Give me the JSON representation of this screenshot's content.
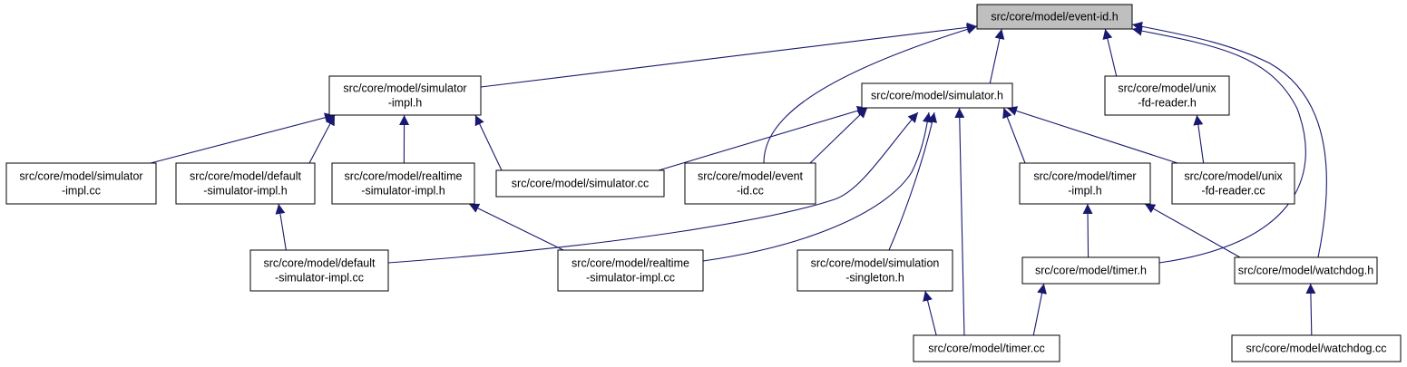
{
  "graph": {
    "colors": {
      "edge": "#191970",
      "root_fill": "#bfbfbf",
      "node_fill": "#ffffff",
      "border": "#000000"
    },
    "nodes": [
      {
        "id": "event-id-h",
        "lines": [
          "src/core/model/event-id.h"
        ],
        "root": true
      },
      {
        "id": "simulator-impl-h",
        "lines": [
          "src/core/model/simulator",
          "-impl.h"
        ]
      },
      {
        "id": "simulator-h",
        "lines": [
          "src/core/model/simulator.h"
        ]
      },
      {
        "id": "unix-fd-reader-h",
        "lines": [
          "src/core/model/unix",
          "-fd-reader.h"
        ]
      },
      {
        "id": "simulator-impl-cc",
        "lines": [
          "src/core/model/simulator",
          "-impl.cc"
        ]
      },
      {
        "id": "default-sim-impl-h",
        "lines": [
          "src/core/model/default",
          "-simulator-impl.h"
        ]
      },
      {
        "id": "realtime-sim-impl-h",
        "lines": [
          "src/core/model/realtime",
          "-simulator-impl.h"
        ]
      },
      {
        "id": "simulator-cc",
        "lines": [
          "src/core/model/simulator.cc"
        ]
      },
      {
        "id": "event-id-cc",
        "lines": [
          "src/core/model/event",
          "-id.cc"
        ]
      },
      {
        "id": "timer-impl-h",
        "lines": [
          "src/core/model/timer",
          "-impl.h"
        ]
      },
      {
        "id": "unix-fd-reader-cc",
        "lines": [
          "src/core/model/unix",
          "-fd-reader.cc"
        ]
      },
      {
        "id": "default-sim-impl-cc",
        "lines": [
          "src/core/model/default",
          "-simulator-impl.cc"
        ]
      },
      {
        "id": "realtime-sim-impl-cc",
        "lines": [
          "src/core/model/realtime",
          "-simulator-impl.cc"
        ]
      },
      {
        "id": "sim-singleton-h",
        "lines": [
          "src/core/model/simulation",
          "-singleton.h"
        ]
      },
      {
        "id": "timer-h",
        "lines": [
          "src/core/model/timer.h"
        ]
      },
      {
        "id": "watchdog-h",
        "lines": [
          "src/core/model/watchdog.h"
        ]
      },
      {
        "id": "timer-cc",
        "lines": [
          "src/core/model/timer.cc"
        ]
      },
      {
        "id": "watchdog-cc",
        "lines": [
          "src/core/model/watchdog.cc"
        ]
      }
    ],
    "edges": [
      {
        "from": "simulator-impl-h",
        "to": "event-id-h"
      },
      {
        "from": "simulator-h",
        "to": "event-id-h"
      },
      {
        "from": "unix-fd-reader-h",
        "to": "event-id-h"
      },
      {
        "from": "event-id-cc",
        "to": "event-id-h"
      },
      {
        "from": "timer-h",
        "to": "event-id-h"
      },
      {
        "from": "watchdog-h",
        "to": "event-id-h"
      },
      {
        "from": "simulator-impl-cc",
        "to": "simulator-impl-h"
      },
      {
        "from": "default-sim-impl-h",
        "to": "simulator-impl-h"
      },
      {
        "from": "realtime-sim-impl-h",
        "to": "simulator-impl-h"
      },
      {
        "from": "simulator-cc",
        "to": "simulator-impl-h"
      },
      {
        "from": "simulator-cc",
        "to": "simulator-h"
      },
      {
        "from": "event-id-cc",
        "to": "simulator-h"
      },
      {
        "from": "timer-impl-h",
        "to": "simulator-h"
      },
      {
        "from": "unix-fd-reader-cc",
        "to": "simulator-h"
      },
      {
        "from": "default-sim-impl-cc",
        "to": "simulator-h"
      },
      {
        "from": "realtime-sim-impl-cc",
        "to": "simulator-h"
      },
      {
        "from": "sim-singleton-h",
        "to": "simulator-h"
      },
      {
        "from": "timer-cc",
        "to": "simulator-h"
      },
      {
        "from": "unix-fd-reader-cc",
        "to": "unix-fd-reader-h"
      },
      {
        "from": "default-sim-impl-cc",
        "to": "default-sim-impl-h"
      },
      {
        "from": "realtime-sim-impl-cc",
        "to": "realtime-sim-impl-h"
      },
      {
        "from": "timer-h",
        "to": "timer-impl-h"
      },
      {
        "from": "watchdog-h",
        "to": "timer-impl-h"
      },
      {
        "from": "timer-cc",
        "to": "sim-singleton-h"
      },
      {
        "from": "timer-cc",
        "to": "timer-h"
      },
      {
        "from": "watchdog-cc",
        "to": "watchdog-h"
      }
    ]
  }
}
